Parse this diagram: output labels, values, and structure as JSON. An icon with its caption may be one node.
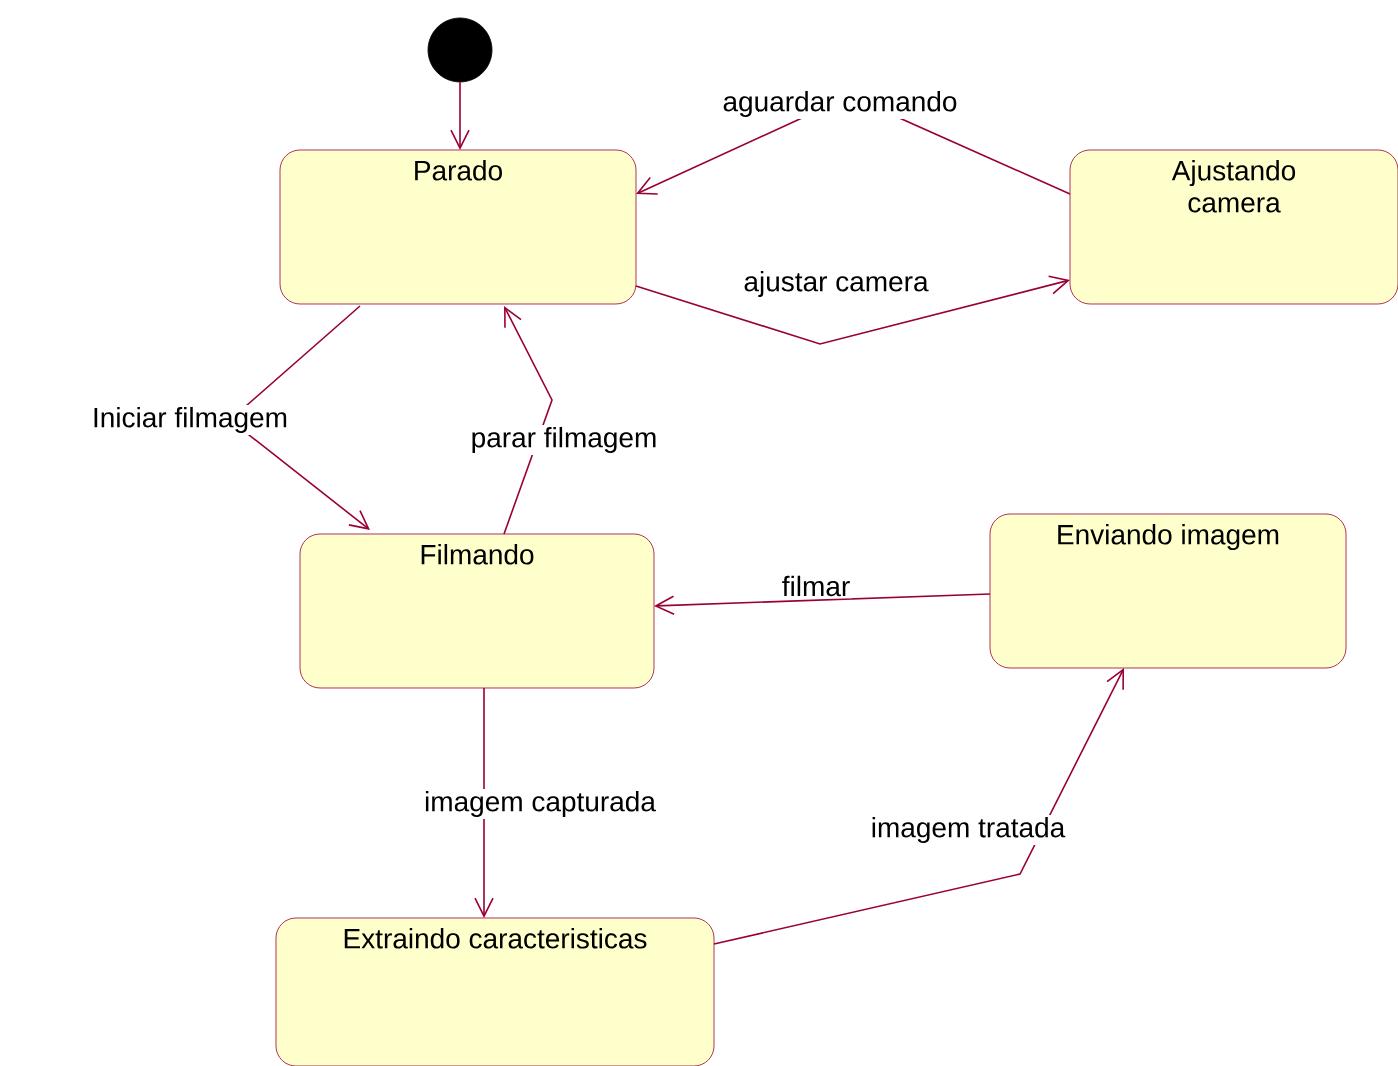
{
  "diagram": {
    "nodes": [
      {
        "text": [],
        "shape": "circle"
      },
      {
        "text": [
          "Parado"
        ]
      },
      {
        "text": [
          "Ajustando camera"
        ]
      },
      {
        "text": [
          "Filmando"
        ]
      },
      {
        "text": [
          "Enviando imagem"
        ]
      },
      {
        "text": [
          "Extraindo caracteristicas"
        ]
      }
    ],
    "edges": [
      {
        "from": 0,
        "to": 1,
        "arrow": "to"
      },
      {
        "from": 2,
        "to": 1,
        "arrow": "to",
        "label": "aguardar comando"
      },
      {
        "from": 1,
        "to": 2,
        "arrow": "to",
        "label": "ajustar camera"
      },
      {
        "from": 1,
        "to": 3,
        "arrow": "to",
        "label": "Iniciar filmagem"
      },
      {
        "from": 3,
        "to": 1,
        "arrow": "to",
        "label": "parar filmagem"
      },
      {
        "from": 4,
        "to": 3,
        "arrow": "to",
        "label": "filmar"
      },
      {
        "from": 3,
        "to": 5,
        "arrow": "to",
        "label": "imagem capturada"
      },
      {
        "from": 5,
        "to": 4,
        "arrow": "to",
        "label": "imagem tratada"
      }
    ]
  }
}
